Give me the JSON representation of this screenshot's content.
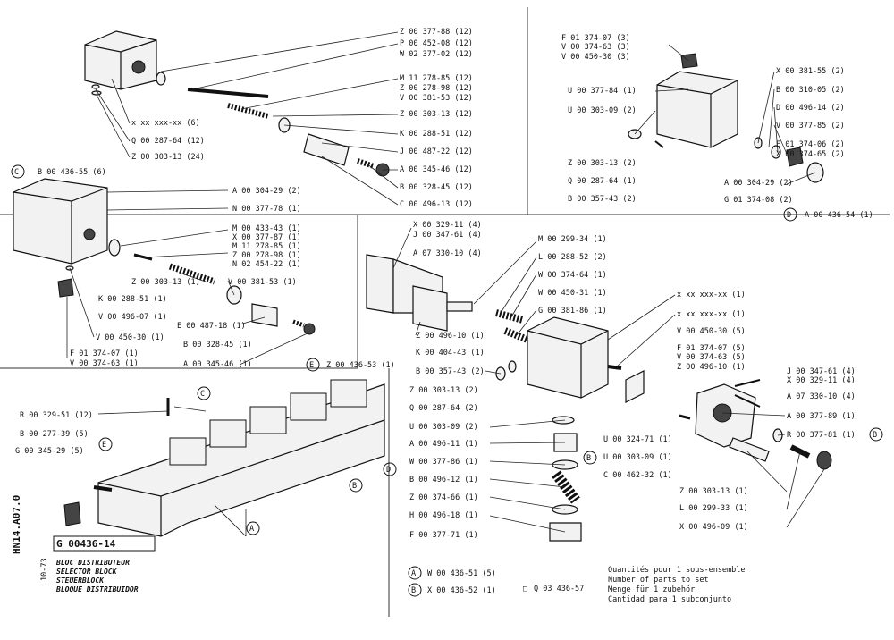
{
  "drawing_number": "HN14.A07.0",
  "part_number": "G 00436-14",
  "revision": "10-73",
  "titles": [
    "BLOC DISTRIBUTEUR",
    "SELECTOR BLOCK",
    "STEUERBLOCK",
    "BLOQUE DISTRIBUIDOR"
  ],
  "section_markers": [
    "C",
    "D",
    "E",
    "A",
    "B"
  ],
  "groups": {
    "top_left": [
      "Z 00 377-88 (12)",
      "P 00 452-08 (12)",
      "W 02 377-02 (12)",
      "M 11 278-85 (12)",
      "Z 00 278-98 (12)",
      "V 00 381-53 (12)",
      "Z 00 303-13 (12)",
      "K 00 288-51 (12)",
      "J 00 487-22 (12)",
      "A 00 345-46 (12)",
      "B 00 328-45 (12)",
      "C 00 496-13 (12)",
      "x xx xxx-xx (6)",
      "Q 00 287-64 (12)",
      "Z 00 303-13 (24)"
    ],
    "section_c": [
      "B 00 436-55 (6)",
      "A 00 304-29 (2)",
      "N 00 377-78 (1)",
      "M 00 433-43 (1)",
      "X 00 377-87 (1)",
      "M 11 278-85 (1)",
      "Z 00 278-98 (1)",
      "N 02 454-22 (1)",
      "Z 00 303-13 (1)",
      "V 00 381-53 (1)",
      "K 00 288-51 (1)",
      "V 00 496-07 (1)",
      "E 00 487-18 (1)",
      "V 00 450-30 (1)",
      "B 00 328-45 (1)",
      "F 01 374-07 (1)",
      "V 00 374-63 (1)",
      "A 00 345-46 (1)"
    ],
    "section_d": [
      "F 01 374-07 (3)",
      "V 00 374-63 (3)",
      "V 00 450-30 (3)",
      "X 00 381-55 (2)",
      "B 00 310-05 (2)",
      "D 00 496-14 (2)",
      "V 00 377-85 (2)",
      "E 01 374-06 (2)",
      "X 00 374-65 (2)",
      "U 00 377-84 (1)",
      "U 00 303-09 (2)",
      "Z 00 303-13 (2)",
      "Q 00 287-64 (1)",
      "B 00 357-43 (2)",
      "A 00 304-29 (2)",
      "G 01 374-08 (2)",
      "A 00 436-54 (1)"
    ],
    "section_e_center": [
      "X 00 329-11 (4)",
      "J 00 347-61 (4)",
      "A 07 330-10 (4)",
      "M 00 299-34 (1)",
      "L 00 288-52 (2)",
      "W 00 374-64 (1)",
      "W 00 450-31 (1)",
      "G 00 381-86 (1)",
      "Z 00 496-10 (1)",
      "K 00 404-43 (1)",
      "B 00 357-43 (2)",
      "Z 00 303-13 (2)",
      "Q 00 287-64 (2)",
      "U 00 303-09 (2)",
      "A 00 496-11 (1)",
      "W 00 377-86 (1)",
      "B 00 496-12 (1)",
      "Z 00 374-66 (1)",
      "H 00 496-18 (1)",
      "F 00 377-71 (1)",
      "Z 00 436-53 (1)"
    ],
    "right_block": [
      "x xx xxx-xx (1)",
      "x xx xxx-xx (1)",
      "V 00 450-30 (5)",
      "F 01 374-07 (5)",
      "V 00 374-63 (5)",
      "Z 00 496-10 (1)",
      "J 00 347-61 (4)",
      "X 00 329-11 (4)",
      "A 07 330-10 (4)",
      "A 00 377-89 (1)",
      "R 00 377-81 (1)",
      "U 00 324-71 (1)",
      "U 00 303-09 (1)",
      "C 00 462-32 (1)",
      "Z 00 303-13 (1)",
      "L 00 299-33 (1)",
      "X 00 496-09 (1)"
    ],
    "assembly_left": [
      "R 00 329-51 (12)",
      "B 00 277-39 (5)",
      "G 00 345-29 (5)"
    ]
  },
  "kits": [
    {
      "marker": "A",
      "code": "W 00 436-51 (5)"
    },
    {
      "marker": "B",
      "code": "X 00 436-52 (1)"
    },
    {
      "marker": "□",
      "code": "Q 03 436-57"
    }
  ],
  "legend": [
    "Quantités pour 1 sous-ensemble",
    "Number of parts to set",
    "Menge für 1 zubehör",
    "Cantidad para 1 subconjunto"
  ]
}
